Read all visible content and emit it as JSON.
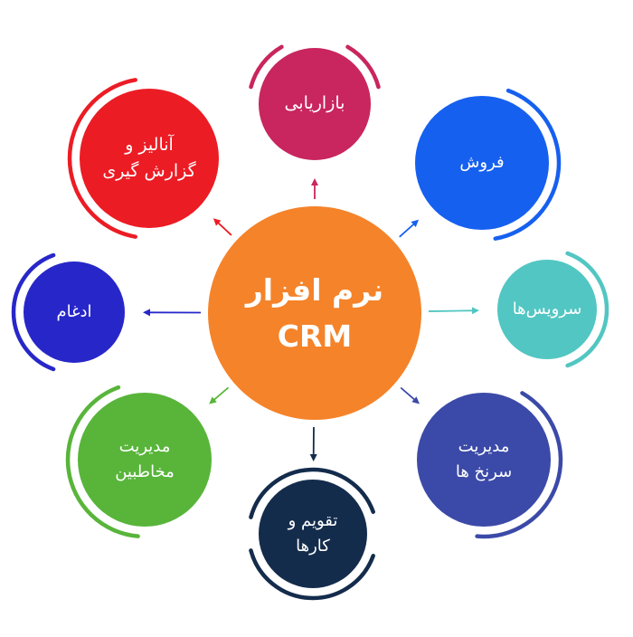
{
  "diagram": {
    "center": {
      "title": "نرم افزار CRM",
      "color": "#f5832a"
    },
    "nodes": [
      {
        "id": "marketing",
        "label": "بازاریابی",
        "color": "#c9255e"
      },
      {
        "id": "sales",
        "label": "فروش",
        "color": "#1660f0"
      },
      {
        "id": "services",
        "label": "سرویس‌ها",
        "color": "#52c6c2"
      },
      {
        "id": "funnels",
        "label": "مدیریت\nسرنخ ها",
        "color": "#3b4aa8"
      },
      {
        "id": "calendar",
        "label": "تقویم و\nکارها",
        "color": "#142c4c"
      },
      {
        "id": "contacts",
        "label": "مدیریت\nمخاطبین",
        "color": "#58b53a"
      },
      {
        "id": "integration",
        "label": "ادغام",
        "color": "#2727c9"
      },
      {
        "id": "analytics",
        "label": "آنالیز و\nگزارش گیری",
        "color": "#ec1c24"
      }
    ]
  }
}
